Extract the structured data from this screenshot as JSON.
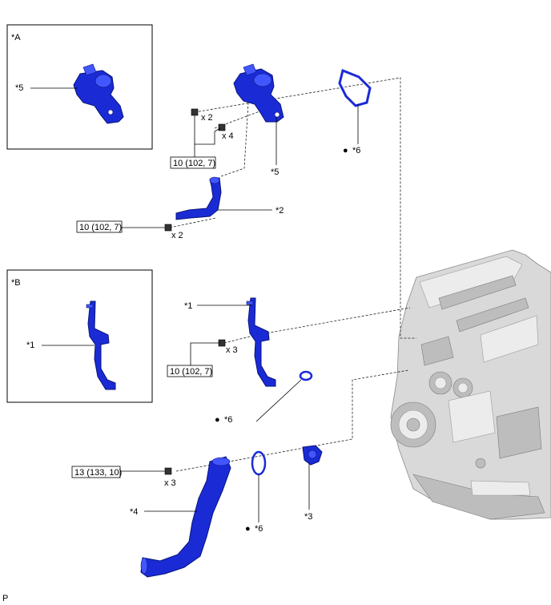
{
  "callouts": {
    "view_a": "*A",
    "view_b": "*B",
    "part_1": "*1",
    "part_2": "*2",
    "part_3": "*3",
    "part_4": "*4",
    "part_5": "*5",
    "part_6": "*6"
  },
  "torques": {
    "t1": "10 (102, 7)",
    "t2": "10 (102, 7)",
    "t3": "10 (102, 7)",
    "t4": "13 (133, 10)"
  },
  "quantities": {
    "q_x2_top": "x 2",
    "q_x4": "x 4",
    "q_x2_pipe": "x 2",
    "q_x3_pipe": "x 3",
    "q_x3_inlet": "x 3"
  },
  "bullets": {
    "b1": "●",
    "b2": "●",
    "b3": "●"
  },
  "figure_code": "P",
  "colors": {
    "part_blue": "#1a2bd6",
    "engine_grey": "#d9d9d9"
  }
}
